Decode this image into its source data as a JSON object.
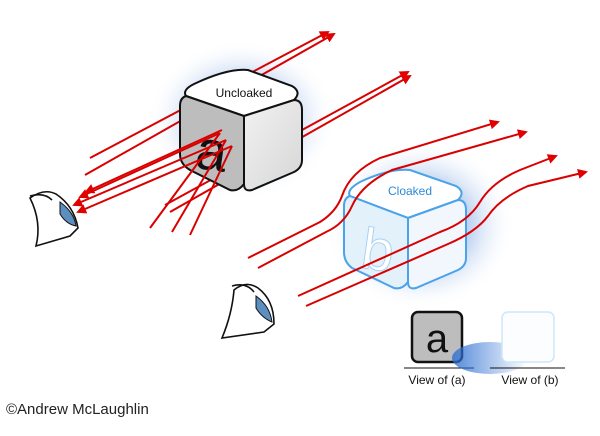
{
  "cube_uncloaked": {
    "label": "Uncloaked",
    "letter": "a"
  },
  "cube_cloaked": {
    "label": "Cloaked",
    "letter": "b"
  },
  "views": {
    "view_a": {
      "letter": "a",
      "caption": "View of (a)"
    },
    "view_b": {
      "caption": "View of (b)"
    }
  },
  "copyright": "©Andrew McLaughlin",
  "colors": {
    "ray": "#d90000",
    "arrowhead": "#e00000",
    "cloak_glow": "#3a7bd5",
    "cloaked_edge": "#4aa3e8",
    "cloaked_fill": "#e3f1fb",
    "eye_iris": "#5c8fbf"
  }
}
